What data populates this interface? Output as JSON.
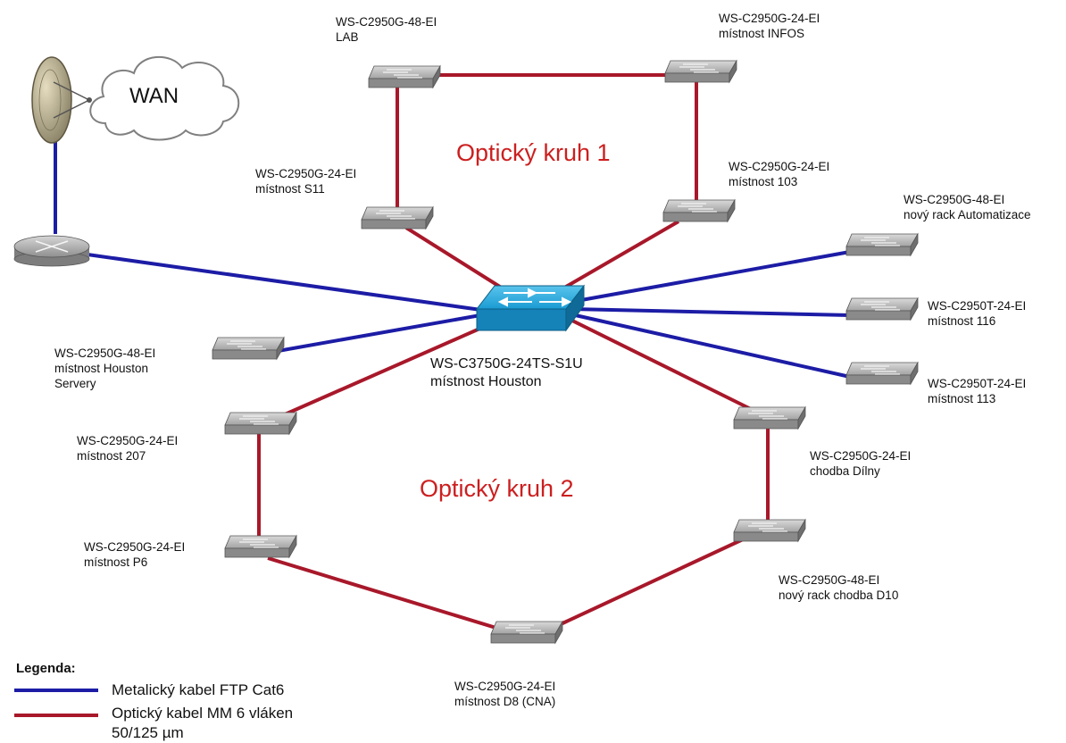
{
  "wan_label": "WAN",
  "ring1_label": "Optický kruh 1",
  "ring2_label": "Optický kruh 2",
  "colors": {
    "copper": "#1c1ca6",
    "fiber": "#a8182a",
    "ring_text": "#cc1f1f",
    "switch_gray": "#a9a9a9",
    "core_blue": "#1ea3d6"
  },
  "devices": {
    "core": {
      "model": "WS-C3750G-24TS-S1U",
      "location": "místnost Houston"
    },
    "lab": {
      "model": "WS-C2950G-48-EI",
      "location": "LAB"
    },
    "infos": {
      "model": "WS-C2950G-24-EI",
      "location": "místnost INFOS"
    },
    "s11": {
      "model": "WS-C2950G-24-EI",
      "location": "místnost S11"
    },
    "r103": {
      "model": "WS-C2950G-24-EI",
      "location": "místnost 103"
    },
    "automatizace": {
      "model": "WS-C2950G-48-EI",
      "location": "nový rack Automatizace"
    },
    "r116": {
      "model": "WS-C2950T-24-EI",
      "location": "místnost 116"
    },
    "r113": {
      "model": "WS-C2950T-24-EI",
      "location": "místnost 113"
    },
    "houston_servery": {
      "model": "WS-C2950G-48-EI",
      "location": "místnost Houston",
      "location2": "Servery"
    },
    "r207": {
      "model": "WS-C2950G-24-EI",
      "location": "místnost 207"
    },
    "dilny": {
      "model": "WS-C2950G-24-EI",
      "location": "chodba Dílny"
    },
    "p6": {
      "model": "WS-C2950G-24-EI",
      "location": "místnost P6"
    },
    "d10": {
      "model": "WS-C2950G-48-EI",
      "location": "nový rack chodba D10"
    },
    "d8": {
      "model": "WS-C2950G-24-EI",
      "location": "místnost D8 (CNA)"
    }
  },
  "legend": {
    "title": "Legenda:",
    "copper_label": "Metalický kabel FTP Cat6",
    "fiber_label": "Optický kabel MM 6 vláken",
    "fiber_label2": "50/125 µm"
  }
}
